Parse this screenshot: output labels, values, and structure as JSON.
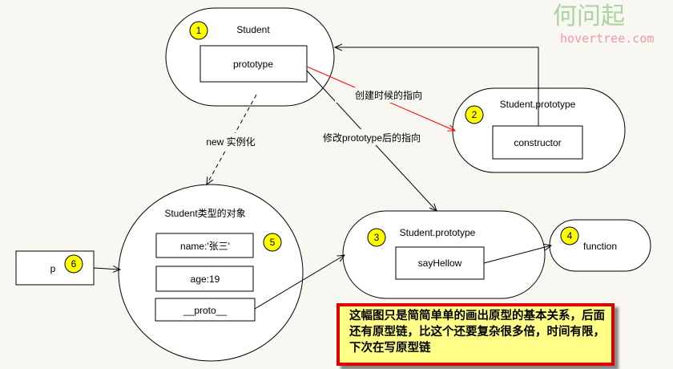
{
  "watermark": {
    "title": "何问起",
    "site": "hovertree.com"
  },
  "nodes": {
    "student": {
      "badge": "1",
      "title": "Student",
      "box": "prototype"
    },
    "proto_original": {
      "badge": "2",
      "title": "Student.prototype",
      "box": "constructor"
    },
    "proto_modified": {
      "badge": "3",
      "title": "Student.prototype",
      "box": "sayHellow"
    },
    "function": {
      "badge": "4",
      "title": "function"
    },
    "instance": {
      "badge": "5",
      "title": "Student类型的对象",
      "fields": [
        "name:'张三'",
        "age:19",
        "__proto__"
      ]
    },
    "p": {
      "badge": "6",
      "title": "p"
    }
  },
  "edges": {
    "new_label": "new 实例化",
    "created_label": "创建时候的指向",
    "modified_label": "修改prototype后的指向"
  },
  "colors": {
    "badge": "#ffff00",
    "created_edge": "#ff0000",
    "note_bg": "#ffff88",
    "note_border": "#e00000"
  },
  "note": "这幅图只是简简单单的画出原型的基本关系，后面还有原型链，比这个还要复杂很多倍，时间有限，下次在写原型链"
}
